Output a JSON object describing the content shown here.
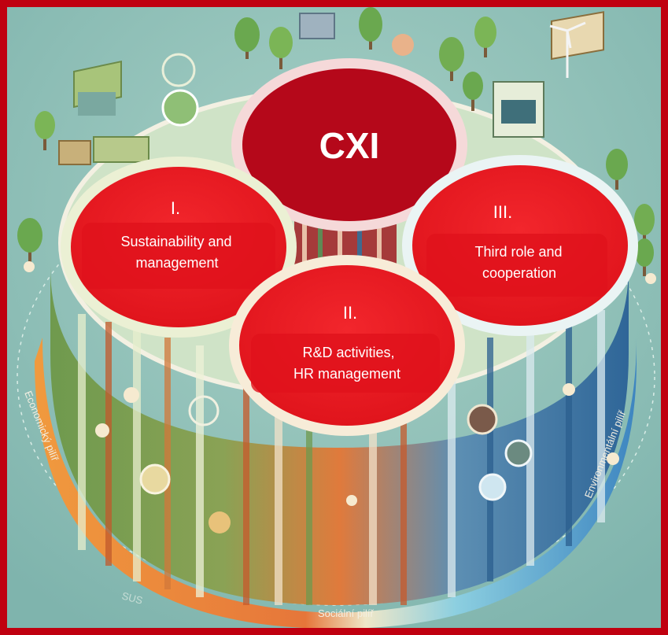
{
  "center": {
    "title": "CXI"
  },
  "circles": [
    {
      "numeral": "I.",
      "line1": "Sustainability and",
      "line2": "management"
    },
    {
      "numeral": "II.",
      "line1": "R&D activities,",
      "line2": "HR management"
    },
    {
      "numeral": "III.",
      "line1": "Third role and",
      "line2": "cooperation"
    }
  ],
  "pillars": {
    "economic": "Economický pilíř",
    "social": "Sociální pilíř",
    "environmental": "Environmentální pilíř",
    "partial": "SUS"
  },
  "colors": {
    "frame": "#c00010",
    "circle_fill": "#ee1d23",
    "title_fill": "#b5081a",
    "background": "#8fc2b9",
    "economic": "#6f9a4e",
    "social": "#e07a3c",
    "environmental": "#3f77a9"
  }
}
